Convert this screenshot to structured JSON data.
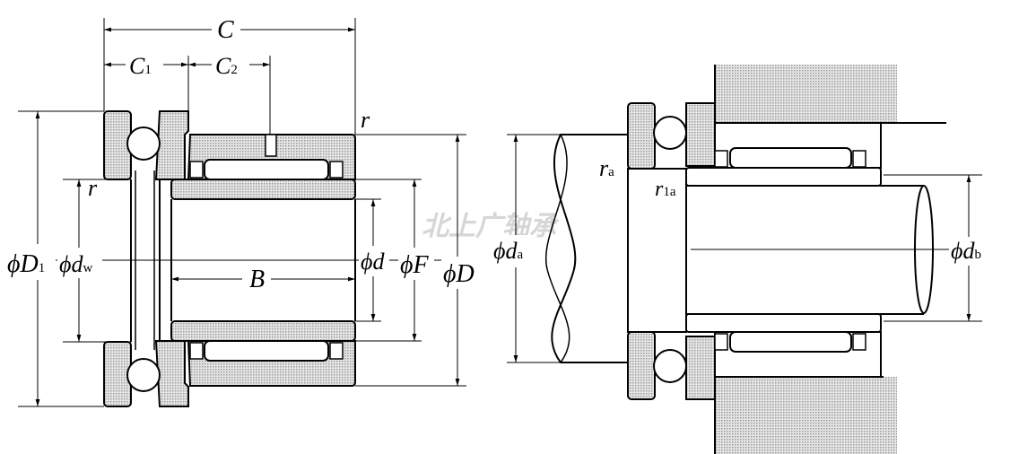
{
  "watermark": "北上广轴承",
  "colors": {
    "stroke": "#000000",
    "fill_gray": "#c4c4c4",
    "watermark": "#d6d6d6"
  },
  "left_view": {
    "labels": {
      "C": "C",
      "C1": "C",
      "C1_sub": "1",
      "C2": "C",
      "C2_sub": "2",
      "r_top": "r",
      "r_left": "r",
      "D1_phi": "ϕ",
      "D1": "D",
      "D1_sub": "1",
      "dw_phi": "ϕ",
      "dw": "d",
      "dw_sub": "w",
      "B": "B",
      "d_phi": "ϕ",
      "d": "d",
      "F_phi": "ϕ",
      "F": "F",
      "D_phi": "ϕ",
      "D": "D"
    }
  },
  "right_view": {
    "labels": {
      "ra": "r",
      "ra_sub": "a",
      "r1a": "r",
      "r1a_sub": "1a",
      "da_phi": "ϕ",
      "da": "d",
      "da_sub": "a",
      "db_phi": "ϕ",
      "db": "d",
      "db_sub": "b"
    }
  }
}
